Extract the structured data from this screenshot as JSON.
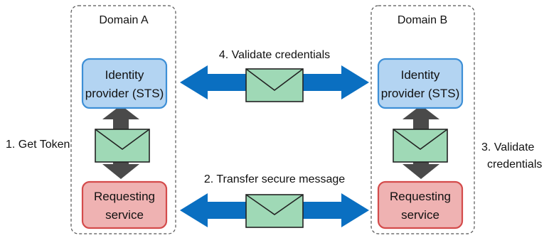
{
  "domains": [
    {
      "title": "Domain A",
      "identity_provider": {
        "line1": "Identity",
        "line2": "provider (STS)"
      },
      "requesting_service": {
        "line1": "Requesting",
        "line2": "service"
      }
    },
    {
      "title": "Domain B",
      "identity_provider": {
        "line1": "Identity",
        "line2": "provider (STS)"
      },
      "requesting_service": {
        "line1": "Requesting",
        "line2": "service"
      }
    }
  ],
  "flows": {
    "step1": "1. Get Token",
    "step2": "2. Transfer secure message",
    "step3": {
      "line1": "3. Validate",
      "line2": "credentials"
    },
    "step4": "4. Validate credentials"
  },
  "colors": {
    "identity_fill": "#b3d4f2",
    "identity_border": "#3d8fd6",
    "requesting_fill": "#efb2b2",
    "requesting_border": "#d44b4b",
    "envelope_fill": "#9fd9b6",
    "horizontal_arrow": "#0a6fc1",
    "vertical_arrow": "#4a4a4a"
  },
  "icons": [
    "envelope-icon",
    "double-arrow-horizontal",
    "double-arrow-vertical"
  ]
}
